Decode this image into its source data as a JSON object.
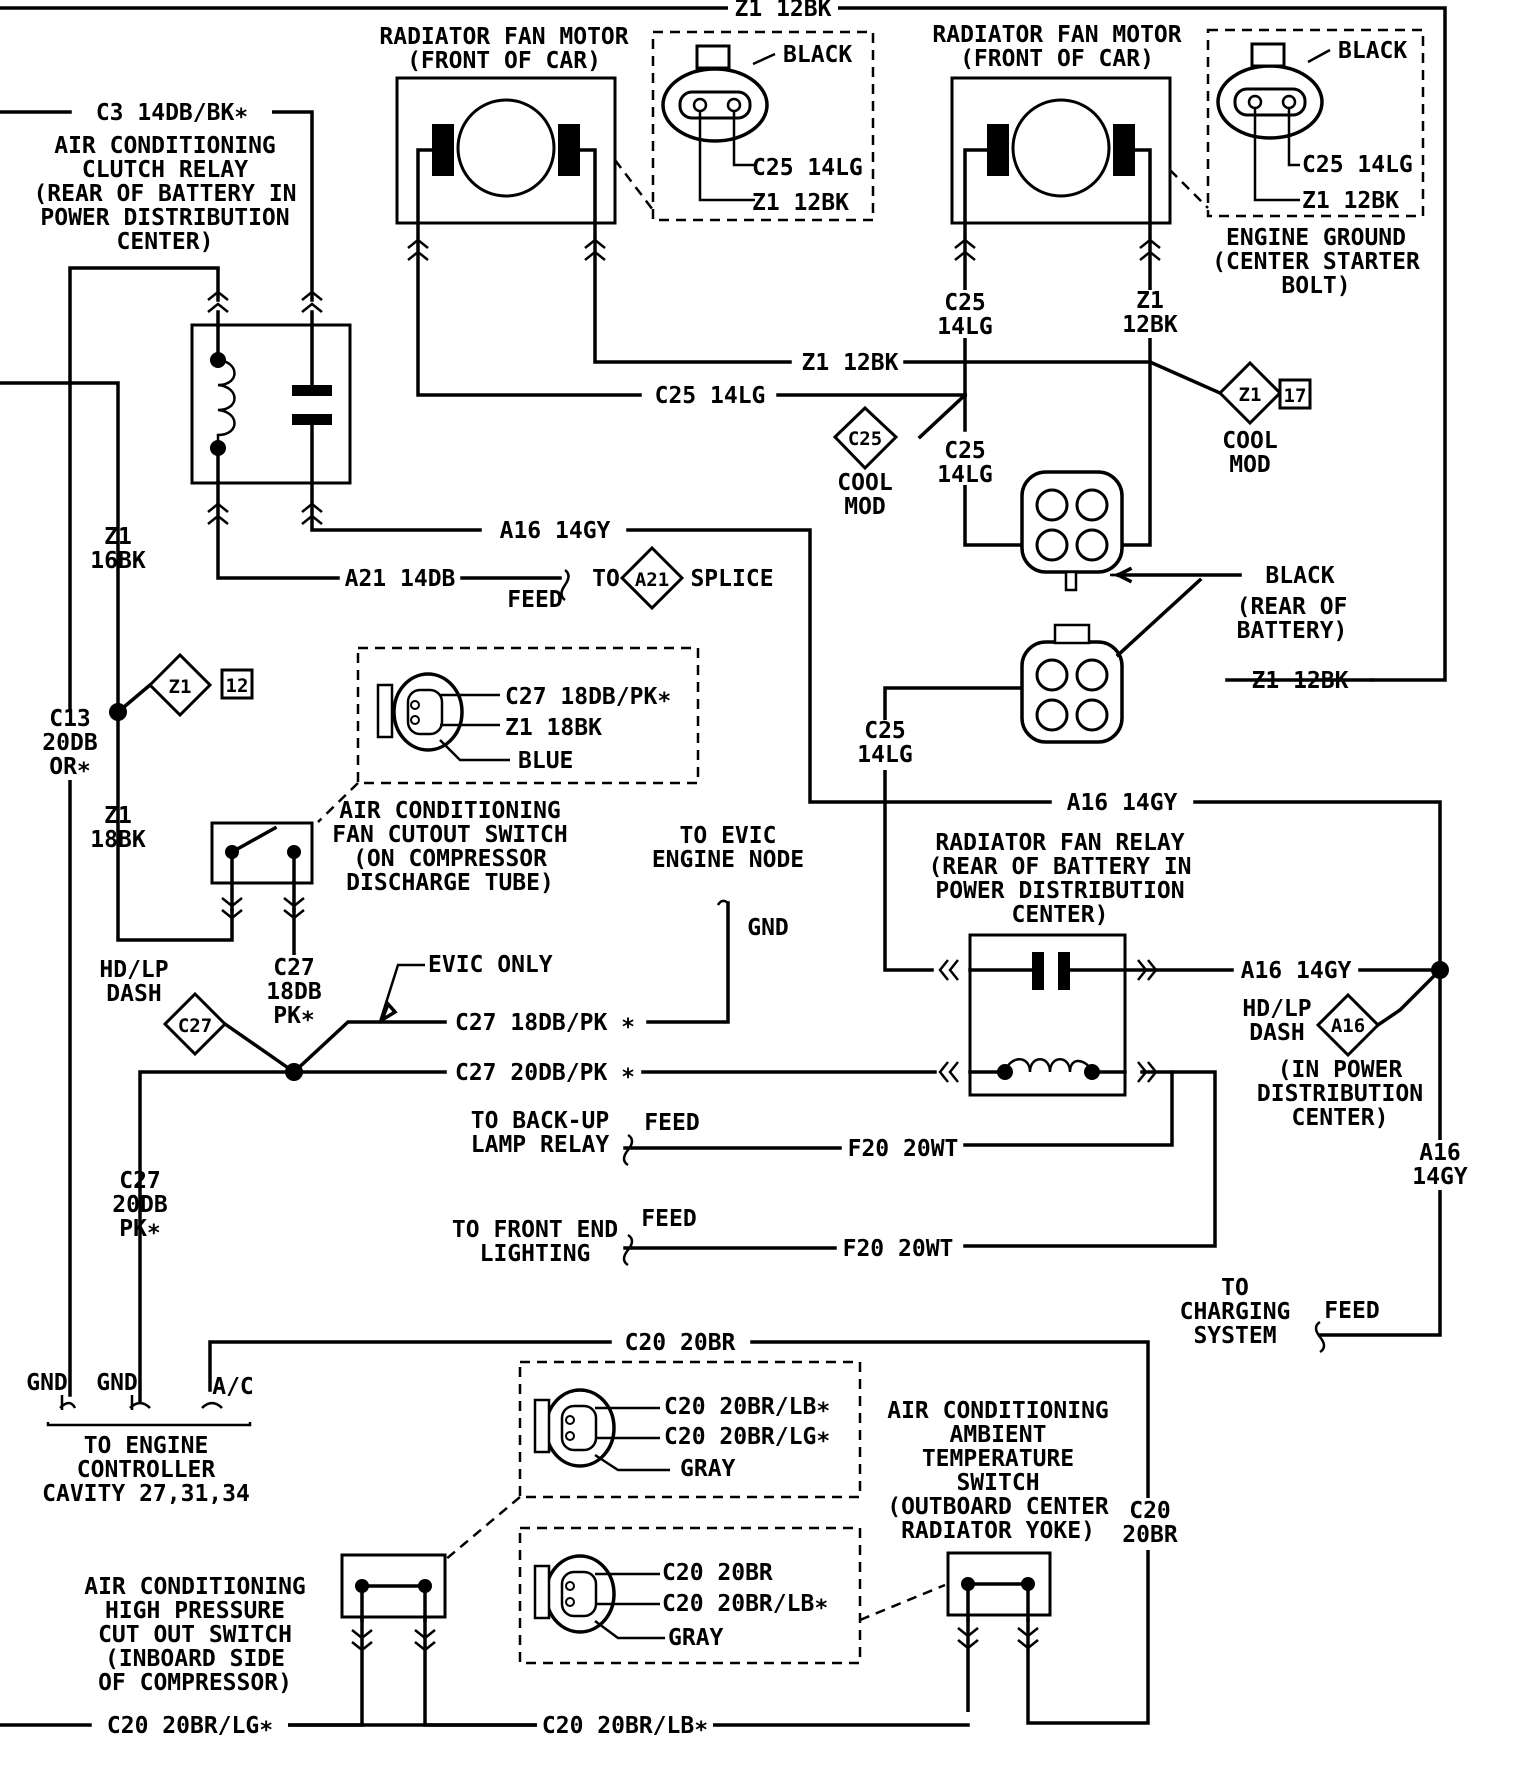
{
  "labels": {
    "z1_12bk_top": "Z1 12BK",
    "rad_fan_motor_l": [
      "RADIATOR FAN MOTOR",
      "(FRONT OF CAR)"
    ],
    "rad_fan_motor_r": [
      "RADIATOR FAN MOTOR",
      "(FRONT OF CAR)"
    ],
    "black_l": "BLACK",
    "black_r": "BLACK",
    "c25_14lg_conn_l": "C25 14LG",
    "z1_12bk_conn_l": "Z1 12BK",
    "c25_14lg_conn_r": "C25 14LG",
    "z1_12bk_conn_r": "Z1 12BK",
    "engine_ground": [
      "ENGINE GROUND",
      "(CENTER STARTER",
      "BOLT)"
    ],
    "c3_wire": "C3 14DB/BK∗",
    "ac_clutch_relay": [
      "AIR CONDITIONING",
      "CLUTCH RELAY",
      "(REAR OF BATTERY IN",
      "POWER DISTRIBUTION",
      "CENTER)"
    ],
    "c25_14lg_v1": [
      "C25",
      "14LG"
    ],
    "z1_12bk_v1": [
      "Z1",
      "12BK"
    ],
    "z1_12bk_mid": "Z1 12BK",
    "c25_14lg_mid": "C25 14LG",
    "c25_tag": "C25",
    "cool_mod_l": [
      "COOL",
      "MOD"
    ],
    "c25_14lg_v2": [
      "C25",
      "14LG"
    ],
    "z1_tag_17": "Z1",
    "tag_17": "17",
    "cool_mod_r": [
      "COOL",
      "MOD"
    ],
    "a16_14gy_1": "A16 14GY",
    "z1_16bk": [
      "Z1",
      "16BK"
    ],
    "a21_14db": "A21 14DB",
    "feed_1": "FEED",
    "to_a21_splice_to": "TO",
    "a21_tag": "A21",
    "splice": "SPLICE",
    "black_rear": [
      "BLACK",
      "(REAR OF",
      "BATTERY)"
    ],
    "z1_tag_12": "Z1",
    "tag_12": "12",
    "c27_18db_pk_conn": "C27 18DB/PK∗",
    "z1_18bk_conn": "Z1 18BK",
    "blue": "BLUE",
    "c13_20db_or": [
      "C13",
      "20DB",
      "OR∗"
    ],
    "z1_12bk_right": "Z1 12BK",
    "c25_14lg_v3": [
      "C25",
      "14LG"
    ],
    "z1_18bk": [
      "Z1",
      "18BK"
    ],
    "a16_14gy_2": "A16 14GY",
    "ac_fan_cutout": [
      "AIR CONDITIONING",
      "FAN CUTOUT SWITCH",
      "(ON COMPRESSOR",
      "DISCHARGE TUBE)"
    ],
    "to_evic": [
      "TO EVIC",
      "ENGINE NODE"
    ],
    "gnd_evic": "GND",
    "rad_fan_relay": [
      "RADIATOR FAN RELAY",
      "(REAR OF BATTERY IN",
      "POWER DISTRIBUTION",
      "CENTER)"
    ],
    "hdlp_dash_l": [
      "HD/LP",
      "DASH"
    ],
    "c27_18db_pk_v": [
      "C27",
      "18DB",
      "PK∗"
    ],
    "evic_only": "EVIC ONLY",
    "c27_tag": "C27",
    "c27_18db_pk_h": "C27 18DB/PK ∗",
    "a16_14gy_3": "A16 14GY",
    "hdlp_dash_r": [
      "HD/LP",
      "DASH"
    ],
    "a16_tag": "A16",
    "in_pdc": [
      "(IN POWER",
      "DISTRIBUTION",
      "CENTER)"
    ],
    "c27_20db_pk_h": "C27 20DB/PK ∗",
    "to_backup": [
      "TO BACK-UP",
      "LAMP RELAY"
    ],
    "feed_2": "FEED",
    "f20_20wt_1": "F20 20WT",
    "c27_20db_pk_v": [
      "C27",
      "20DB",
      "PK∗"
    ],
    "a16_14gy_v": [
      "A16",
      "14GY"
    ],
    "to_front_end": [
      "TO FRONT END",
      "LIGHTING"
    ],
    "feed_3": "FEED",
    "f20_20wt_2": "F20 20WT",
    "to_charging": [
      "TO",
      "CHARGING",
      "SYSTEM"
    ],
    "feed_4": "FEED",
    "c20_20br_top": "C20 20BR",
    "gnd_1": "GND",
    "gnd_2": "GND",
    "ac_label": "A/C",
    "to_engine_ctrl": [
      "TO ENGINE",
      "CONTROLLER",
      "CAVITY 27,31,34"
    ],
    "c20_20br_lb_1": "C20 20BR/LB∗",
    "c20_20br_lg_1": "C20 20BR/LG∗",
    "gray_1": "GRAY",
    "ac_ambient": [
      "AIR CONDITIONING",
      "AMBIENT",
      "TEMPERATURE",
      "SWITCH",
      "(OUTBOARD CENTER",
      "RADIATOR YOKE)"
    ],
    "c20_20br_v": [
      "C20",
      "20BR"
    ],
    "ac_high_pressure": [
      "AIR CONDITIONING",
      "HIGH PRESSURE",
      "CUT OUT SWITCH",
      "(INBOARD SIDE",
      "OF COMPRESSOR)"
    ],
    "c20_20br_2": "C20 20BR",
    "c20_20br_lb_2": "C20 20BR/LB∗",
    "gray_2": "GRAY",
    "c20_20br_lg_bot": "C20 20BR/LG∗",
    "c20_20br_lb_bot": "C20 20BR/LB∗"
  }
}
